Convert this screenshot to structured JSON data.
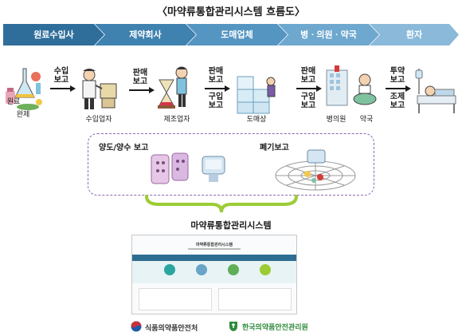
{
  "title": "〈마약류통합관리시스템 흐름도〉",
  "stages": [
    {
      "label": "원료수입사",
      "color": "#2f6e9a"
    },
    {
      "label": "제약회사",
      "color": "#3f82b0"
    },
    {
      "label": "도매업체",
      "color": "#5595c2"
    },
    {
      "label": "병ㆍ의원ㆍ약국",
      "color": "#6ea8cf"
    },
    {
      "label": "환자",
      "color": "#8ab9da"
    }
  ],
  "reports": {
    "r1": "수입\n보고",
    "r2": "판매\n보고",
    "r3a": "판매\n보고",
    "r3b": "구입\n보고",
    "r4a": "판매\n보고",
    "r4b": "구입\n보고",
    "r5a": "투약\n보고",
    "r5b": "조제\n보고"
  },
  "actors": {
    "raw": "원료",
    "finished": "완제",
    "importer": "수입업자",
    "manufacturer": "제조업자",
    "wholesaler": "도매상",
    "clinic": "병의원",
    "pharmacy": "약국"
  },
  "box": {
    "transfer": "양도/양수 보고",
    "disposal": "폐기보고"
  },
  "system_title": "마약류통합관리시스템",
  "screenshot": {
    "header": "마약류통합관리시스템"
  },
  "logos": {
    "mfds": "식품의약품안전처",
    "kids": "한국의약품안전관리원"
  },
  "colors": {
    "mfds_red": "#c8303a",
    "mfds_blue": "#1e5aa8",
    "kids_green": "#2e8b3a"
  }
}
